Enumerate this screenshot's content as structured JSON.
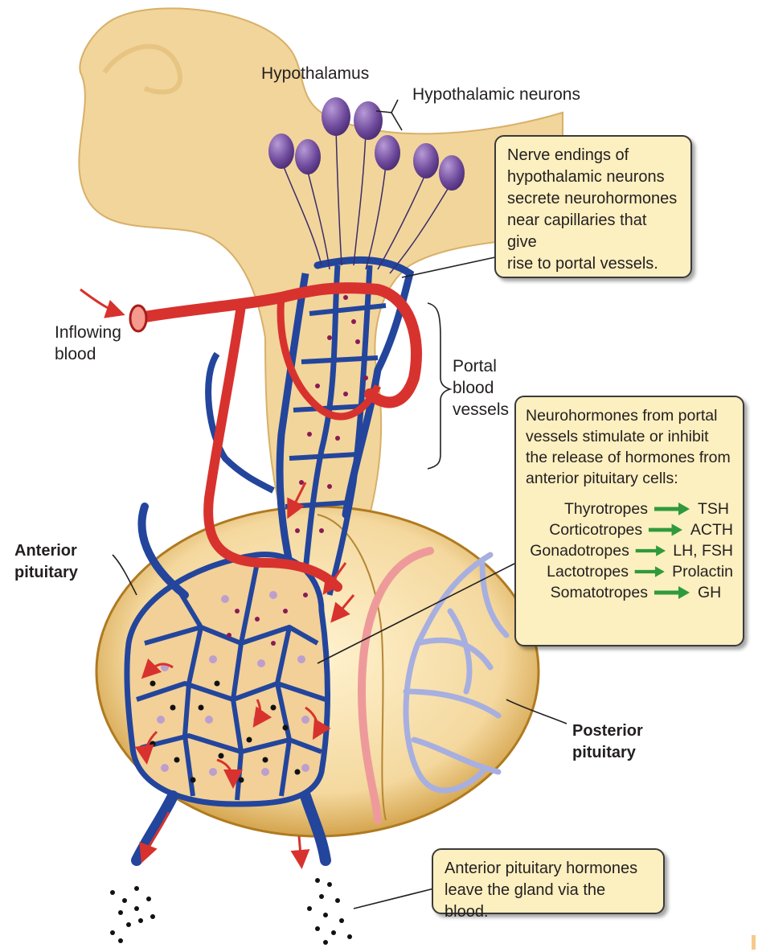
{
  "labels": {
    "hypothalamus": "Hypothalamus",
    "hypothalamic_neurons": "Hypothalamic neurons",
    "inflowing_blood": "Inflowing\nblood",
    "portal_blood_vessels": "Portal\nblood\nvessels",
    "anterior_pituitary": "Anterior\npituitary",
    "posterior_pituitary": "Posterior\npituitary"
  },
  "callouts": {
    "nerve_endings": "Nerve endings of\nhypothalamic neurons\nsecrete neurohormones\nnear capillaries that give\nrise to portal vessels.",
    "neurohormones": "Neurohormones from portal\nvessels stimulate or inhibit\nthe release of hormones from\nanterior pituitary cells:",
    "leave": "Anterior pituitary hormones\nleave the gland via the blood."
  },
  "hormone_table": [
    {
      "cell": "Thyrotropes",
      "hormone": "TSH"
    },
    {
      "cell": "Corticotropes",
      "hormone": "ACTH"
    },
    {
      "cell": "Gonadotropes",
      "hormone": "LH, FSH"
    },
    {
      "cell": "Lactotropes",
      "hormone": "Prolactin"
    },
    {
      "cell": "Somatotropes",
      "hormone": "GH"
    }
  ],
  "colors": {
    "tissue": "#f2d59b",
    "tissue_dark": "#c9912c",
    "artery": "#d8322e",
    "vein": "#23459c",
    "neuron": "#6b4596",
    "hormone_dot": "#8b1a55",
    "light_vein": "#a7afe0",
    "pink_vessel": "#ee9a9a",
    "arrow_green": "#2f9a3c",
    "callout_fill": "#fcefc0"
  }
}
